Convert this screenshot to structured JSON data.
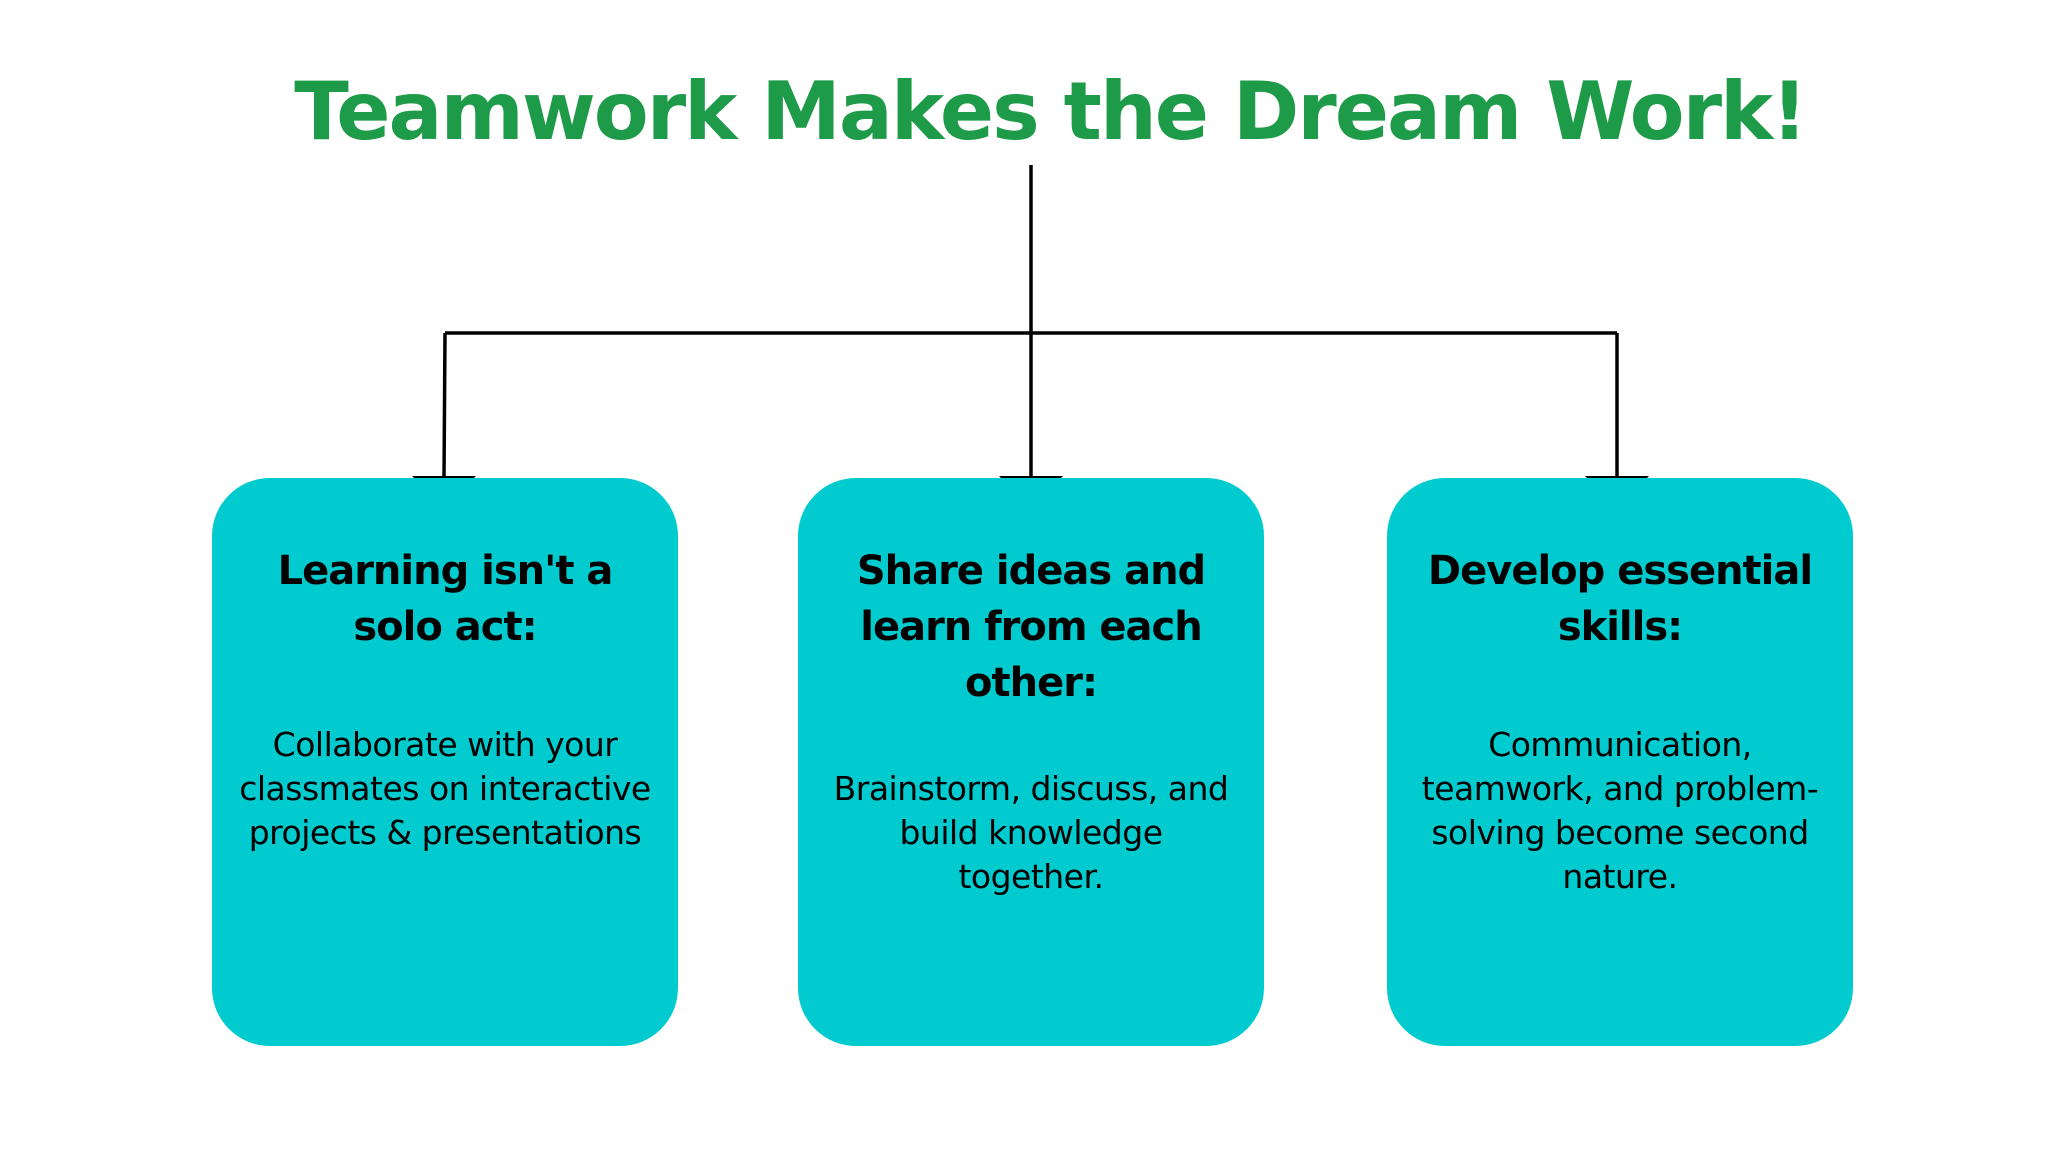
{
  "title": "Teamwork Makes the Dream Work!",
  "colors": {
    "title": "#1e9b48",
    "card": "#02cbcf",
    "line": "#000000",
    "background": "#ffffff"
  },
  "cards": [
    {
      "heading": "Learning isn't a solo act:",
      "body": "Collaborate with your classmates on interactive projects & presentations"
    },
    {
      "heading": "Share ideas and learn from each other:",
      "body": "Brainstorm, discuss, and build knowledge together."
    },
    {
      "heading": "Develop essential skills:",
      "body": "Communication, teamwork, and problem-solving become second nature."
    }
  ]
}
